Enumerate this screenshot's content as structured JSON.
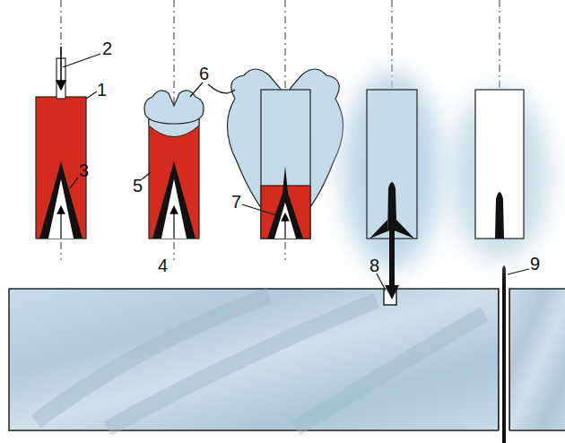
{
  "diagram": {
    "labels": [
      "2",
      "1",
      "3",
      "6",
      "5",
      "7",
      "4",
      "8",
      "9"
    ]
  }
}
